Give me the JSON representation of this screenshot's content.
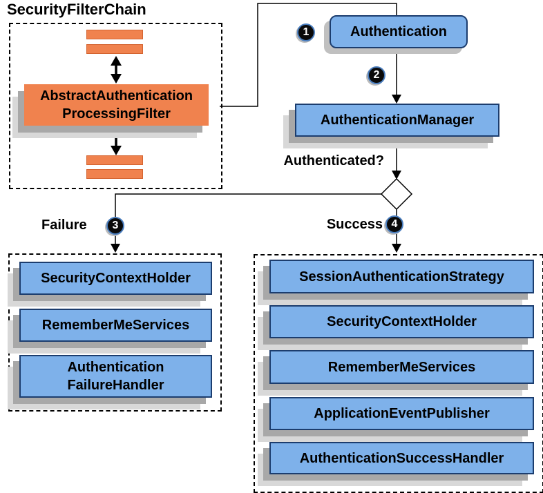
{
  "title": "SecurityFilterChain",
  "filter_chain": {
    "processing_filter": "AbstractAuthentication\nProcessingFilter"
  },
  "flow": {
    "step1_badge": "1",
    "step2_badge": "2",
    "step3_badge": "3",
    "step4_badge": "4",
    "authentication": "Authentication",
    "authentication_manager": "AuthenticationManager",
    "authenticated_question": "Authenticated?",
    "failure": "Failure",
    "success": "Success"
  },
  "failure_box": {
    "items": [
      "SecurityContextHolder",
      "RememberMeServices",
      "Authentication\nFailureHandler"
    ]
  },
  "success_box": {
    "items": [
      "SessionAuthenticationStrategy",
      "SecurityContextHolder",
      "RememberMeServices",
      "ApplicationEventPublisher",
      "AuthenticationSuccessHandler"
    ]
  },
  "colors": {
    "box_blue": "#7EB1EA",
    "box_orange": "#F0824E",
    "border_navy": "#1C3D6E",
    "shadow_mid": "#A8A8A8",
    "shadow_light": "#D8D8D8",
    "badge_black": "#0A0A0A"
  }
}
